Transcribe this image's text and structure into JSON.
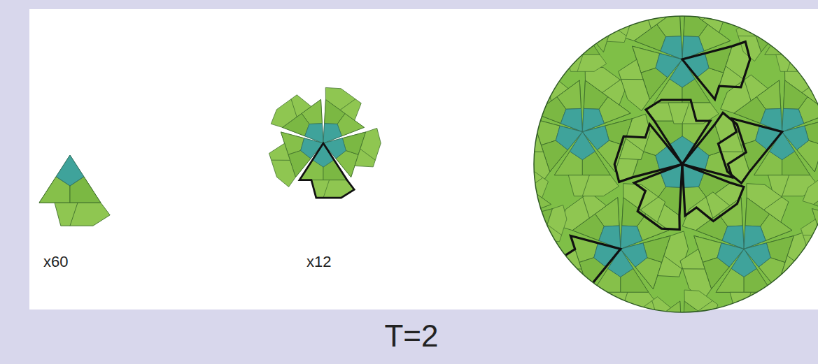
{
  "diagram": {
    "caption": "T=2",
    "labels": [
      "x60",
      "x12"
    ]
  }
}
